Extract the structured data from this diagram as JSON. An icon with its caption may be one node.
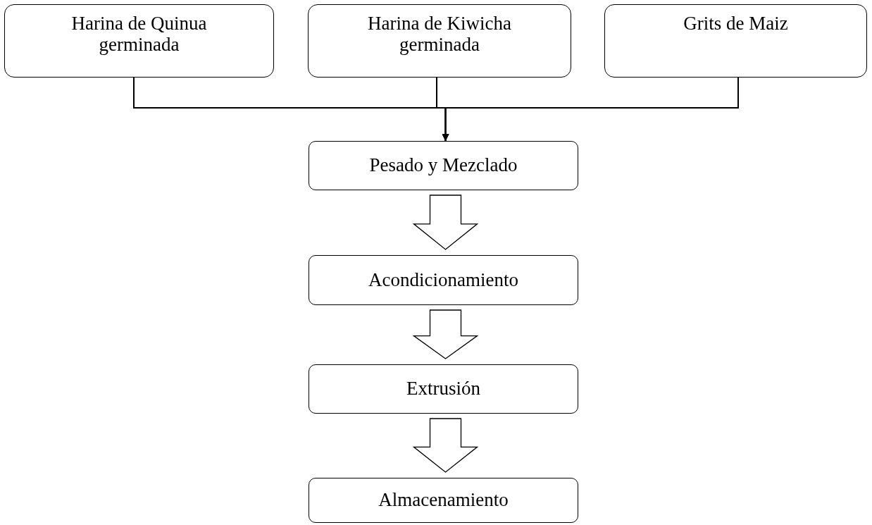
{
  "diagram": {
    "nodes": [
      {
        "text": [
          "Harina de Quinua germinada"
        ]
      },
      {
        "text": [
          "Harina de Kiwicha germinada"
        ]
      },
      {
        "text": [
          "Grits de Maiz"
        ]
      },
      {
        "text": [
          "Pesado y Mezclado"
        ]
      },
      {
        "text": [
          "Acondicionamiento"
        ]
      },
      {
        "text": [
          "Extrusión"
        ]
      },
      {
        "text": [
          "Almacenamiento"
        ]
      }
    ],
    "edges": [
      {
        "from": 0,
        "to": 3,
        "arrow": "to"
      },
      {
        "from": 1,
        "to": 3,
        "arrow": "to"
      },
      {
        "from": 2,
        "to": 3,
        "arrow": "to"
      },
      {
        "from": 3,
        "to": 4,
        "arrow": "to",
        "style": "thick"
      },
      {
        "from": 4,
        "to": 5,
        "arrow": "to",
        "style": "thick"
      },
      {
        "from": 5,
        "to": 6,
        "arrow": "to",
        "style": "thick"
      }
    ]
  }
}
